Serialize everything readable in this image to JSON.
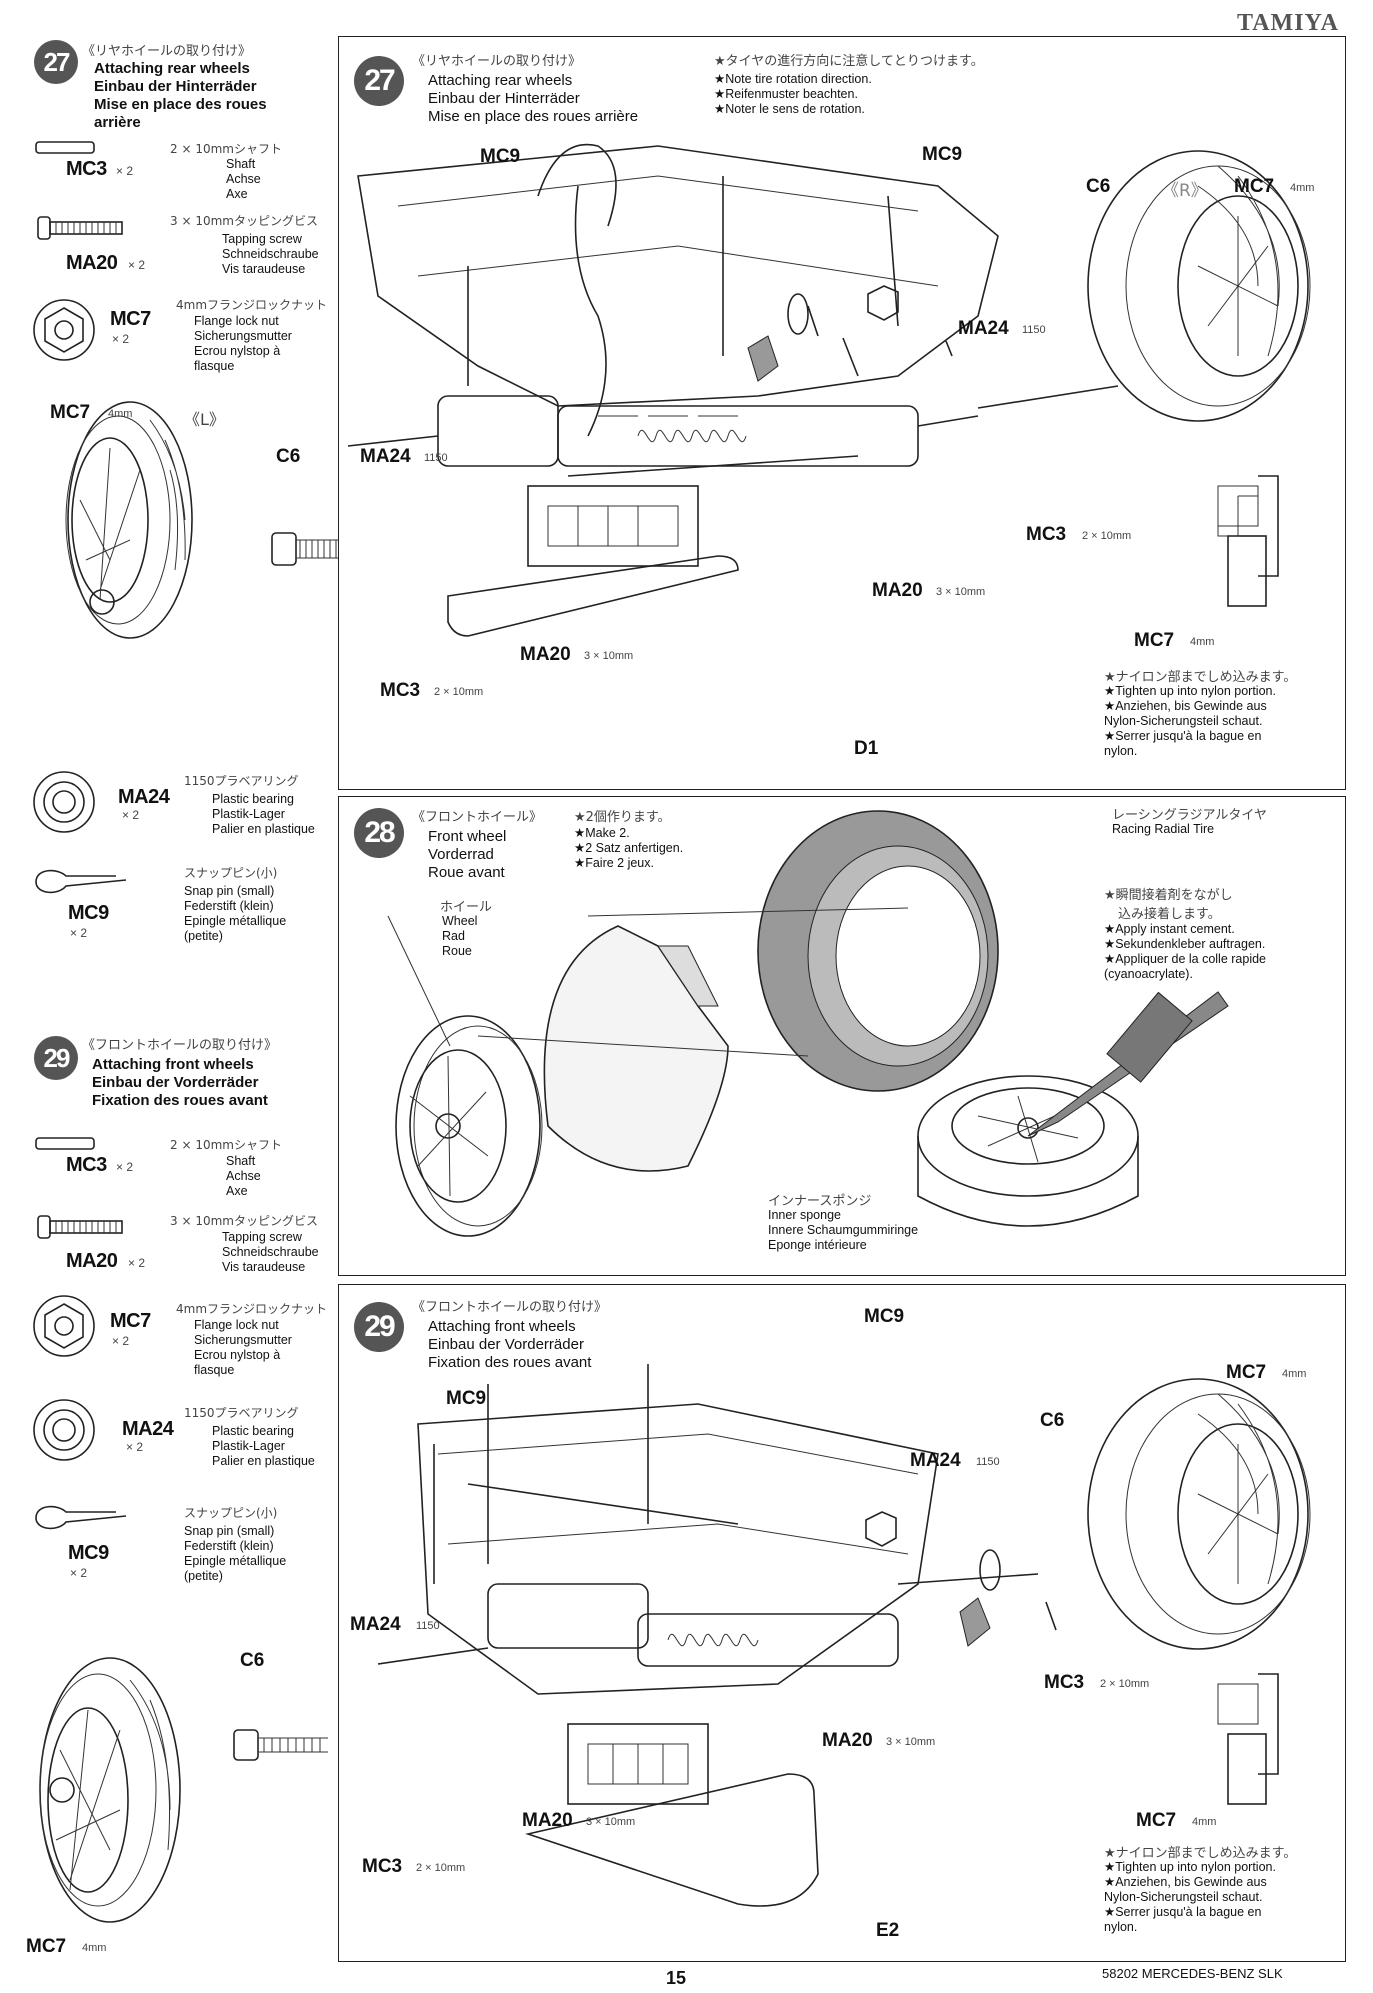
{
  "brand": "TAMIYA",
  "page_number": "15",
  "footer_model": "58202 MERCEDES-BENZ SLK",
  "left_col": {
    "step27": {
      "num": "27",
      "jp": "《リヤホイールの取り付け》",
      "title_en": "Attaching rear wheels",
      "title_de": "Einbau der Hinterräder",
      "title_fr": "Mise en place des roues arrière",
      "parts": [
        {
          "code": "MC3",
          "qty": "× 2",
          "jp": "2 × 10mmシャフト",
          "desc": [
            "Shaft",
            "Achse",
            "Axe"
          ]
        },
        {
          "code": "MA20",
          "qty": "× 2",
          "jp": "3 × 10mmタッピングビス",
          "desc": [
            "Tapping screw",
            "Schneidschraube",
            "Vis taraudeuse"
          ]
        },
        {
          "code": "MC7",
          "qty": "× 2",
          "jp": "4mmフランジロックナット",
          "desc": [
            "Flange lock nut",
            "Sicherungsmutter",
            "Ecrou nylstop à",
            "flasque"
          ]
        },
        {
          "code": "MA24",
          "qty": "× 2",
          "jp": "1150プラベアリング",
          "desc": [
            "Plastic bearing",
            "Plastik-Lager",
            "Palier en plastique"
          ]
        },
        {
          "code": "MC9",
          "qty": "× 2",
          "jp": "スナップピン(小)",
          "desc": [
            "Snap pin (small)",
            "Federstift (klein)",
            "Epingle métallique",
            "(petite)"
          ]
        }
      ]
    },
    "step29": {
      "num": "29",
      "jp": "《フロントホイールの取り付け》",
      "title_en": "Attaching front wheels",
      "title_de": "Einbau der Vorderräder",
      "title_fr": "Fixation des roues avant",
      "parts": [
        {
          "code": "MC3",
          "qty": "× 2",
          "jp": "2 × 10mmシャフト",
          "desc": [
            "Shaft",
            "Achse",
            "Axe"
          ]
        },
        {
          "code": "MA20",
          "qty": "× 2",
          "jp": "3 × 10mmタッピングビス",
          "desc": [
            "Tapping screw",
            "Schneidschraube",
            "Vis taraudeuse"
          ]
        },
        {
          "code": "MC7",
          "qty": "× 2",
          "jp": "4mmフランジロックナット",
          "desc": [
            "Flange lock nut",
            "Sicherungsmutter",
            "Ecrou nylstop à",
            "flasque"
          ]
        },
        {
          "code": "MA24",
          "qty": "× 2",
          "jp": "1150プラベアリング",
          "desc": [
            "Plastic bearing",
            "Plastik-Lager",
            "Palier en plastique"
          ]
        },
        {
          "code": "MC9",
          "qty": "× 2",
          "jp": "スナップピン(小)",
          "desc": [
            "Snap pin (small)",
            "Federstift (klein)",
            "Epingle métallique",
            "(petite)"
          ]
        }
      ]
    }
  },
  "box27": {
    "num": "27",
    "jp": "《リヤホイールの取り付け》",
    "title": [
      "Attaching rear wheels",
      "Einbau der Hinterräder",
      "Mise en place des roues arrière"
    ],
    "note_jp": "★タイヤの進行方向に注意してとりつけます。",
    "note": [
      "★Note tire rotation direction.",
      "★Reifenmuster beachten.",
      "★Noter le sens de rotation."
    ],
    "labels": {
      "mc9a": "MC9",
      "mc9b": "MC9",
      "c6r": "C6",
      "r": "《R》",
      "mc7r": "MC7",
      "mm4": "4mm",
      "ma24r": "MA24",
      "b1150": "1150",
      "mc3r": "MC3",
      "mc3rs": "2 × 10mm",
      "ma20r": "MA20",
      "ma20rs": "3 × 10mm",
      "mc7l": "MC7",
      "l": "《L》",
      "c6l": "C6",
      "ma24l": "MA24",
      "ma20l": "MA20",
      "ma20ls": "3 × 10mm",
      "mc3l": "MC3",
      "mc3ls": "2 × 10mm",
      "d1": "D1",
      "mc7n": "MC7"
    },
    "nylon_jp": "★ナイロン部までしめ込みます。",
    "nylon": [
      "★Tighten up into nylon portion.",
      "★Anziehen, bis Gewinde aus",
      "Nylon-Sicherungsteil schaut.",
      "★Serrer jusqu'à la bague en",
      "nylon."
    ]
  },
  "box28": {
    "num": "28",
    "jp": "《フロントホイール》",
    "make_jp": "★2個作ります。",
    "title": [
      "Front wheel",
      "Vorderrad",
      "Roue avant"
    ],
    "make": [
      "★Make 2.",
      "★2 Satz anfertigen.",
      "★Faire 2 jeux."
    ],
    "tire_jp": "レーシングラジアルタイヤ",
    "tire": "Racing Radial Tire",
    "wheel_jp": "ホイール",
    "wheel": [
      "Wheel",
      "Rad",
      "Roue"
    ],
    "cement_jp": [
      "★瞬間接着剤をながし",
      "込み接着します。"
    ],
    "cement": [
      "★Apply instant cement.",
      "★Sekundenkleber auftragen.",
      "★Appliquer de la colle rapide",
      "(cyanoacrylate)."
    ],
    "sponge_jp": "インナースポンジ",
    "sponge": [
      "Inner sponge",
      "Innere Schaumgummiringe",
      "Eponge intérieure"
    ]
  },
  "box29": {
    "num": "29",
    "jp": "《フロントホイールの取り付け》",
    "title": [
      "Attaching front wheels",
      "Einbau der Vorderräder",
      "Fixation des roues avant"
    ],
    "labels": {
      "mc9a": "MC9",
      "mc9b": "MC9",
      "mc7r": "MC7",
      "mm4": "4mm",
      "c6r": "C6",
      "ma24r": "MA24",
      "b1150": "1150",
      "ma24l": "MA24",
      "c6l": "C6",
      "mc3r": "MC3",
      "mc3rs": "2 × 10mm",
      "ma20r": "MA20",
      "ma20rs": "3 × 10mm",
      "ma20l": "MA20",
      "ma20ls": "3 × 10mm",
      "mc3l": "MC3",
      "mc3ls": "2 × 10mm",
      "mc7l": "MC7",
      "e2": "E2",
      "mc7n": "MC7"
    },
    "nylon_jp": "★ナイロン部までしめ込みます。",
    "nylon": [
      "★Tighten up into nylon portion.",
      "★Anziehen, bis Gewinde aus",
      "Nylon-Sicherungsteil schaut.",
      "★Serrer jusqu'à la bague en",
      "nylon."
    ]
  }
}
